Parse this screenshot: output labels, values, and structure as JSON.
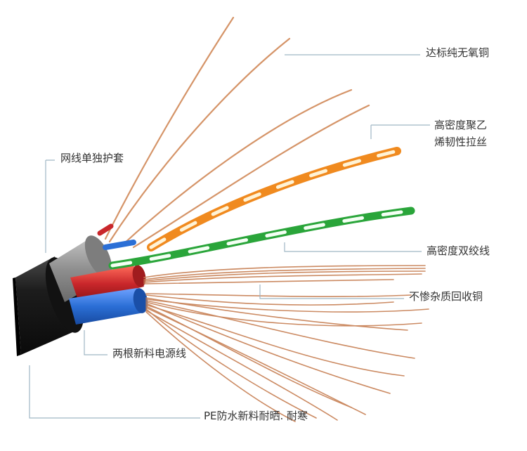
{
  "callouts": {
    "copper": "达标纯无氧铜",
    "ripcord_line1": "高密度聚乙",
    "ripcord_line2": "烯韧性拉丝",
    "jacket_inner": "网线单独护套",
    "twisted_pairs": "高密度双绞线",
    "shield": "不惨杂质回收铜",
    "power": "两根新料电源线",
    "outer_jacket": "PE防水新料耐晒. 耐寒"
  },
  "colors": {
    "leader_line": "#9fb6c4",
    "outer_jacket": "#1a1a1a",
    "inner_jacket": "#9a9a9a",
    "copper": "#c9845a",
    "orange_wire": "#f08a1f",
    "green_wire": "#2aa53a",
    "blue_wire": "#2b6fd6",
    "red_wire": "#c9272b"
  }
}
